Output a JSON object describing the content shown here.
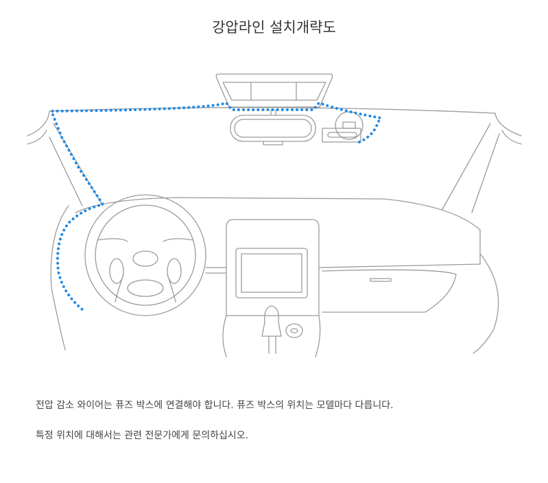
{
  "title": "강압라인 설치개략도",
  "notes": [
    "전압 감소 와이어는 퓨즈 박스에 연결해야 합니다. 퓨즈 박스의 위치는 모델마다 다릅니다.",
    "특정 위치에 대해서는 관련 전문가에게 문의하십시오."
  ],
  "colors": {
    "wire": "#1f8ae6",
    "line": "#9a9a9a",
    "text": "#333333"
  }
}
